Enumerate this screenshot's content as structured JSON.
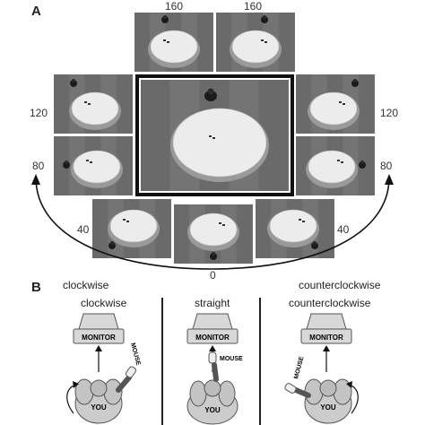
{
  "panel_a": {
    "letter": "A",
    "angles": {
      "top_left": "160",
      "top_right": "160",
      "left_upper": "120",
      "right_upper": "120",
      "left_lower": "80",
      "right_lower": "80",
      "bottom_left": "40",
      "bottom_right": "40",
      "bottom_center": "0"
    }
  },
  "panel_b": {
    "letter": "B",
    "outer_left": "clockwise",
    "outer_right": "counterclockwise",
    "conditions": [
      {
        "title": "clockwise"
      },
      {
        "title": "straight"
      },
      {
        "title": "counterclockwise"
      }
    ],
    "monitor": "MONITOR",
    "mouse": "MOUSE",
    "you": "YOU"
  }
}
